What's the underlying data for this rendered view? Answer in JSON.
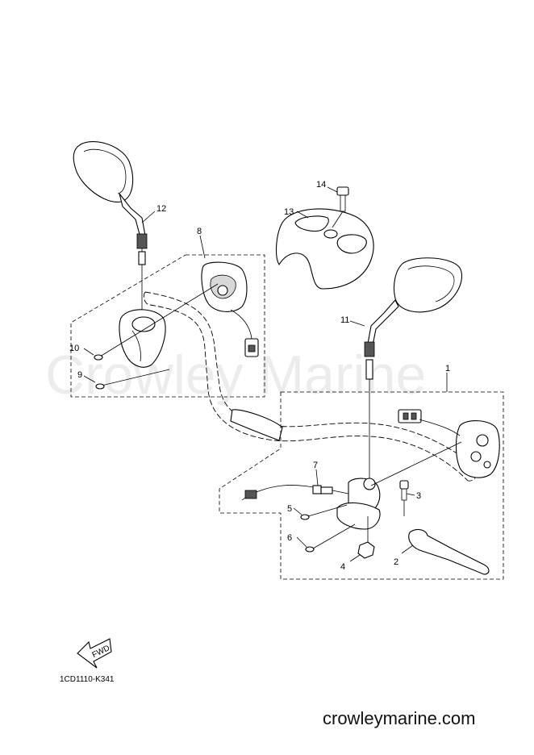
{
  "watermark": "Crowley Marine",
  "diagram_code": "1CD1110-K341",
  "fwd_label": "FWD",
  "site_url": "crowleymarine.com",
  "callouts": [
    {
      "num": "1",
      "part": "right switch assembly group"
    },
    {
      "num": "2",
      "part": "lever"
    },
    {
      "num": "3",
      "part": "screw"
    },
    {
      "num": "4",
      "part": "nut"
    },
    {
      "num": "5",
      "part": "screw"
    },
    {
      "num": "6",
      "part": "screw"
    },
    {
      "num": "7",
      "part": "switch cable"
    },
    {
      "num": "8",
      "part": "left switch assembly group"
    },
    {
      "num": "9",
      "part": "screw"
    },
    {
      "num": "10",
      "part": "screw"
    },
    {
      "num": "11",
      "part": "right mirror"
    },
    {
      "num": "12",
      "part": "left mirror"
    },
    {
      "num": "13",
      "part": "cover"
    },
    {
      "num": "14",
      "part": "screw"
    }
  ]
}
